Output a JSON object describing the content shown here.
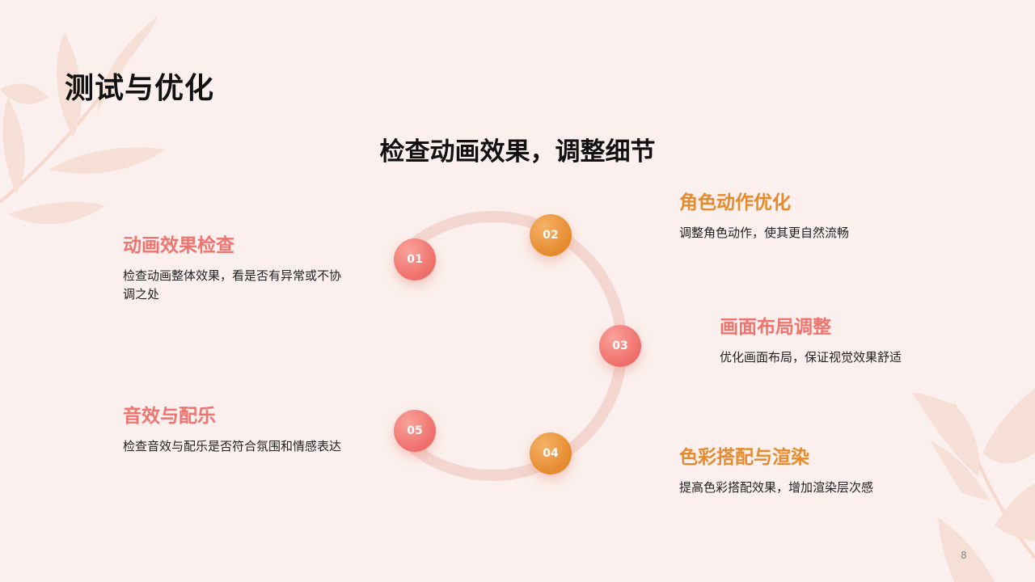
{
  "header": {
    "title": "测试与优化",
    "subtitle": "检查动画效果，调整细节"
  },
  "steps": [
    {
      "number": "01",
      "title": "动画效果检查",
      "description": "检查动画整体效果，看是否有异常或不协调之处",
      "color": "#ef6e6a"
    },
    {
      "number": "02",
      "title": "角色动作优化",
      "description": "调整角色动作，使其更自然流畅",
      "color": "#e58a2e"
    },
    {
      "number": "03",
      "title": "画面布局调整",
      "description": "优化画面布局，保证视觉效果舒适",
      "color": "#ef6e6a"
    },
    {
      "number": "04",
      "title": "色彩搭配与渲染",
      "description": "提高色彩搭配效果，增加渲染层次感",
      "color": "#e58a2e"
    },
    {
      "number": "05",
      "title": "音效与配乐",
      "description": "检查音效与配乐是否符合氛围和情感表达",
      "color": "#ef6e6a"
    }
  ],
  "decorations": {
    "leaf_icon": "leaf-branch-icon",
    "ring_color": "#f3d6cf"
  },
  "footer": {
    "page_number": "8"
  }
}
